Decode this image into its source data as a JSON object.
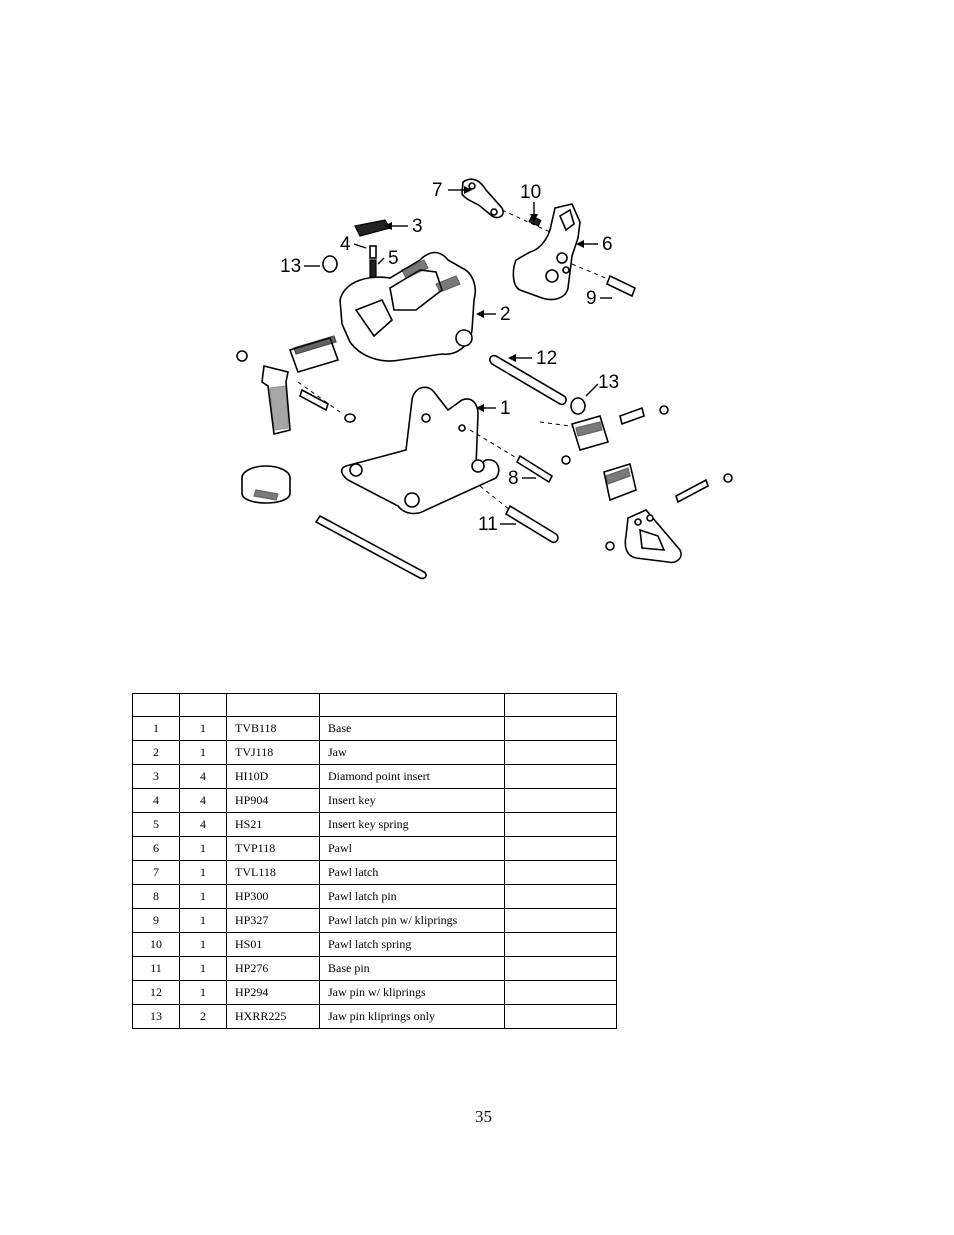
{
  "diagram": {
    "callouts": [
      "7",
      "10",
      "3",
      "4",
      "5",
      "13",
      "6",
      "9",
      "2",
      "12",
      "13",
      "1",
      "8",
      "11"
    ]
  },
  "table": {
    "header": [
      "",
      "",
      "",
      "",
      ""
    ],
    "rows": [
      [
        "1",
        "1",
        "TVB118",
        "Base",
        ""
      ],
      [
        "2",
        "1",
        "TVJ118",
        "Jaw",
        ""
      ],
      [
        "3",
        "4",
        "HI10D",
        "Diamond point insert",
        ""
      ],
      [
        "4",
        "4",
        "HP904",
        "Insert key",
        ""
      ],
      [
        "5",
        "4",
        "HS21",
        "Insert key spring",
        ""
      ],
      [
        "6",
        "1",
        "TVP118",
        "Pawl",
        ""
      ],
      [
        "7",
        "1",
        "TVL118",
        "Pawl latch",
        ""
      ],
      [
        "8",
        "1",
        "HP300",
        "Pawl latch pin",
        ""
      ],
      [
        "9",
        "1",
        "HP327",
        "Pawl latch pin w/ kliprings",
        ""
      ],
      [
        "10",
        "1",
        "HS01",
        "Pawl latch spring",
        ""
      ],
      [
        "11",
        "1",
        "HP276",
        "Base pin",
        ""
      ],
      [
        "12",
        "1",
        "HP294",
        "Jaw pin w/ kliprings",
        ""
      ],
      [
        "13",
        "2",
        "HXRR225",
        "Jaw pin kliprings only",
        ""
      ]
    ]
  },
  "page_number": "35"
}
